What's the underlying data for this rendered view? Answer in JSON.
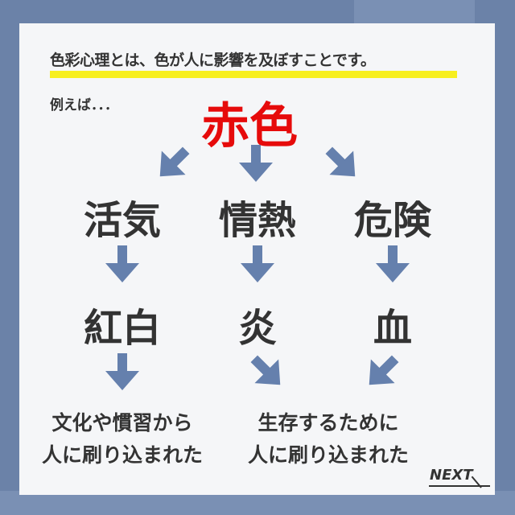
{
  "heading": "色彩心理とは、色が人に影響を及ぼすことです。",
  "example": "例えば．．．",
  "main_word": "赤色",
  "row1": [
    "活気",
    "情熱",
    "危険"
  ],
  "row2": [
    "紅白",
    "炎",
    "血"
  ],
  "bottom_left": [
    "文化や慣習から",
    "人に刷り込まれた"
  ],
  "bottom_right": [
    "生存するために",
    "人に刷り込まれた"
  ],
  "next_label": "NEXT",
  "colors": {
    "accent_red": "#e60b0b",
    "arrow": "#6580ad",
    "highlight": "#f7ef1f"
  }
}
